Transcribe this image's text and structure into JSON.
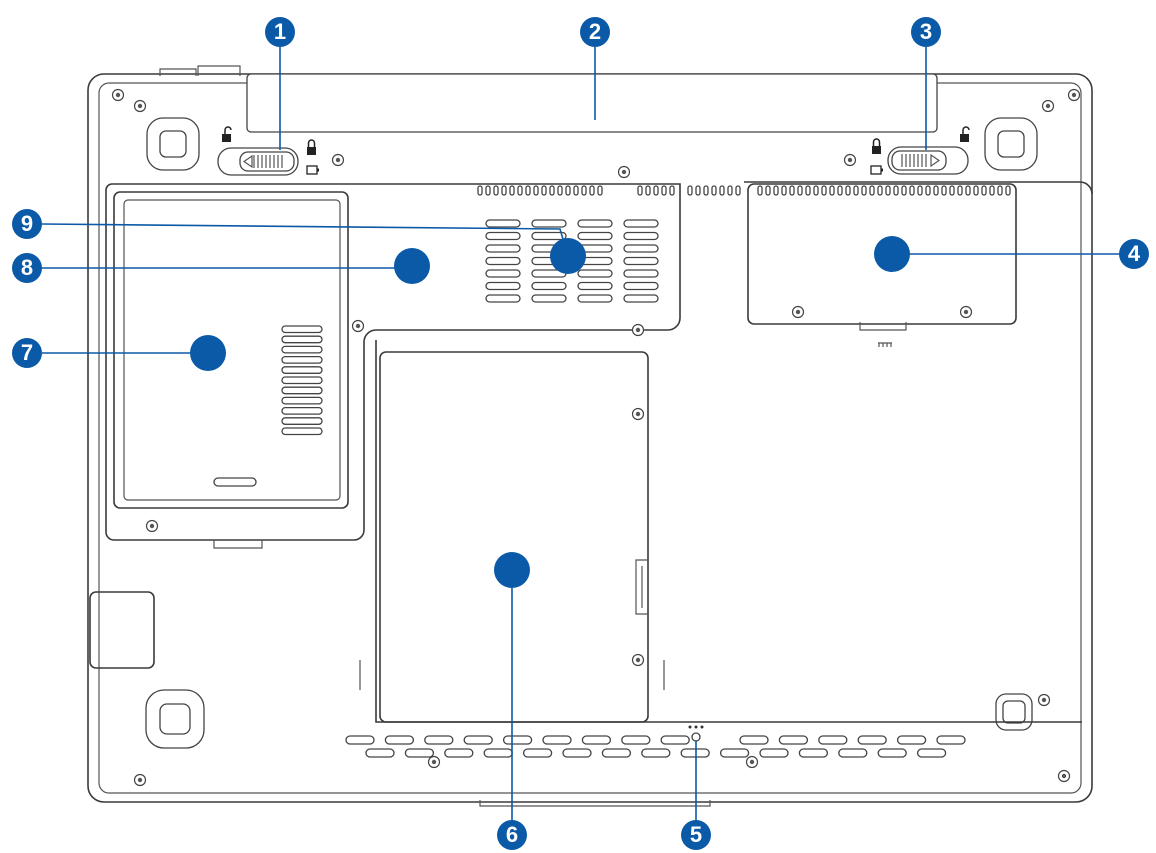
{
  "callouts": [
    {
      "id": "1",
      "label": "1"
    },
    {
      "id": "2",
      "label": "2"
    },
    {
      "id": "3",
      "label": "3"
    },
    {
      "id": "4",
      "label": "4"
    },
    {
      "id": "5",
      "label": "5"
    },
    {
      "id": "6",
      "label": "6"
    },
    {
      "id": "7",
      "label": "7"
    },
    {
      "id": "8",
      "label": "8"
    },
    {
      "id": "9",
      "label": "9"
    }
  ],
  "colors": {
    "callout": "#0b5aa8",
    "outline": "#3a3a3a",
    "background": "#ffffff"
  },
  "icons": {
    "unlock": "unlock-icon",
    "lock": "lock-icon",
    "battery": "battery-icon"
  }
}
